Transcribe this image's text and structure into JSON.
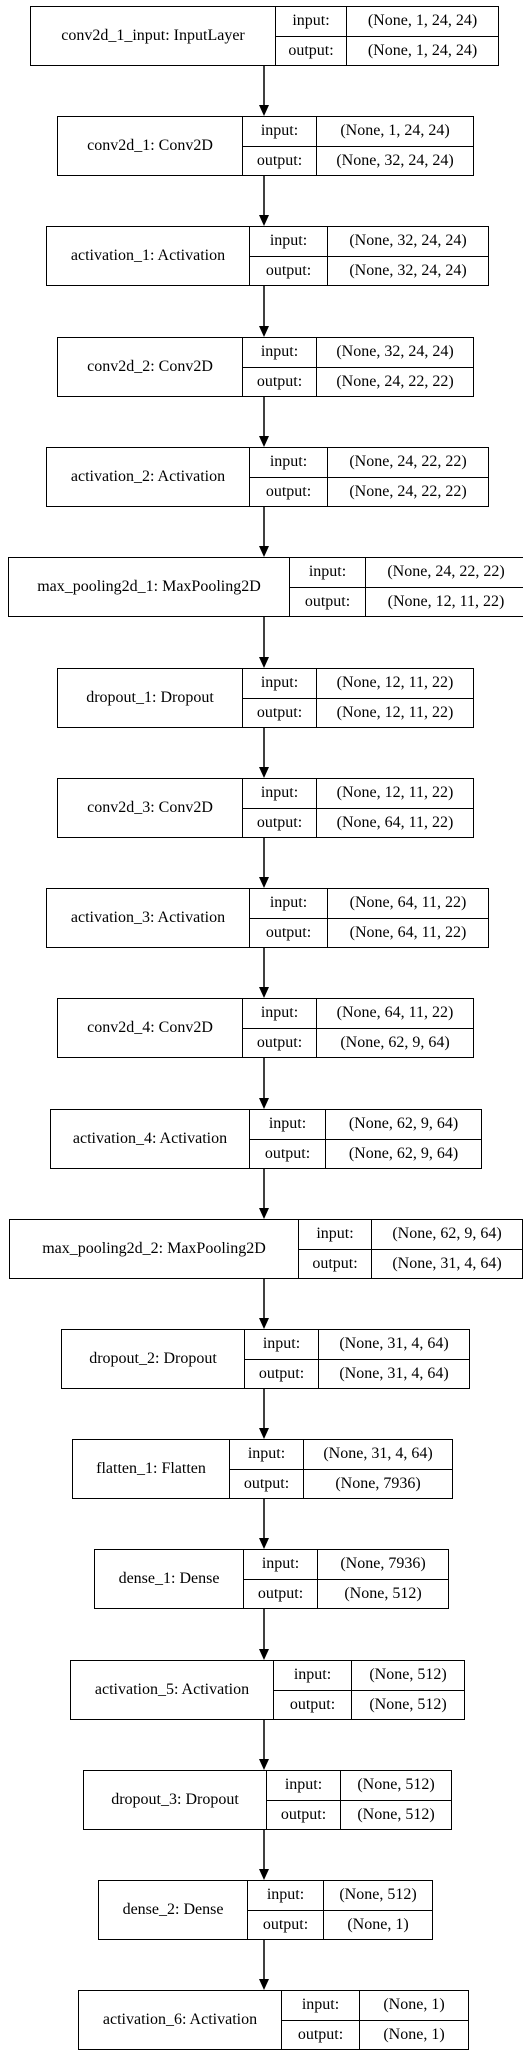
{
  "labels": {
    "input": "input:",
    "output": "output:"
  },
  "layers": [
    {
      "name": "conv2d_1_input: InputLayer",
      "input": "(None, 1, 24, 24)",
      "output": "(None, 1, 24, 24)"
    },
    {
      "name": "conv2d_1: Conv2D",
      "input": "(None, 1, 24, 24)",
      "output": "(None, 32, 24, 24)"
    },
    {
      "name": "activation_1: Activation",
      "input": "(None, 32, 24, 24)",
      "output": "(None, 32, 24, 24)"
    },
    {
      "name": "conv2d_2: Conv2D",
      "input": "(None, 32, 24, 24)",
      "output": "(None, 24, 22, 22)"
    },
    {
      "name": "activation_2: Activation",
      "input": "(None, 24, 22, 22)",
      "output": "(None, 24, 22, 22)"
    },
    {
      "name": "max_pooling2d_1: MaxPooling2D",
      "input": "(None, 24, 22, 22)",
      "output": "(None, 12, 11, 22)"
    },
    {
      "name": "dropout_1: Dropout",
      "input": "(None, 12, 11, 22)",
      "output": "(None, 12, 11, 22)"
    },
    {
      "name": "conv2d_3: Conv2D",
      "input": "(None, 12, 11, 22)",
      "output": "(None, 64, 11, 22)"
    },
    {
      "name": "activation_3: Activation",
      "input": "(None, 64, 11, 22)",
      "output": "(None, 64, 11, 22)"
    },
    {
      "name": "conv2d_4: Conv2D",
      "input": "(None, 64, 11, 22)",
      "output": "(None, 62, 9, 64)"
    },
    {
      "name": "activation_4: Activation",
      "input": "(None, 62, 9, 64)",
      "output": "(None, 62, 9, 64)"
    },
    {
      "name": "max_pooling2d_2: MaxPooling2D",
      "input": "(None, 62, 9, 64)",
      "output": "(None, 31, 4, 64)"
    },
    {
      "name": "dropout_2: Dropout",
      "input": "(None, 31, 4, 64)",
      "output": "(None, 31, 4, 64)"
    },
    {
      "name": "flatten_1: Flatten",
      "input": "(None, 31, 4, 64)",
      "output": "(None, 7936)"
    },
    {
      "name": "dense_1: Dense",
      "input": "(None, 7936)",
      "output": "(None, 512)"
    },
    {
      "name": "activation_5: Activation",
      "input": "(None, 512)",
      "output": "(None, 512)"
    },
    {
      "name": "dropout_3: Dropout",
      "input": "(None, 512)",
      "output": "(None, 512)"
    },
    {
      "name": "dense_2: Dense",
      "input": "(None, 512)",
      "output": "(None, 1)"
    },
    {
      "name": "activation_6: Activation",
      "input": "(None, 1)",
      "output": "(None, 1)"
    }
  ]
}
